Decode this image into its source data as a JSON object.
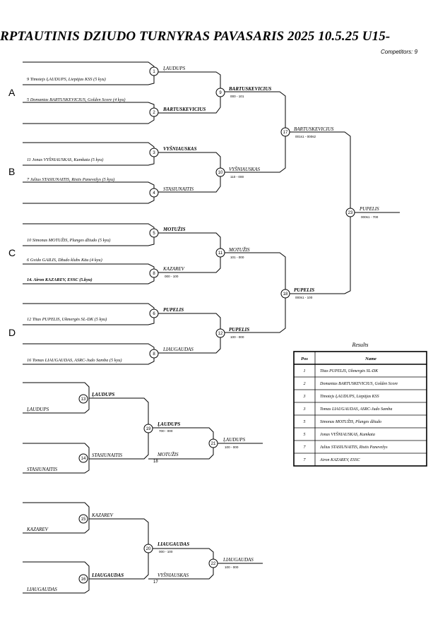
{
  "header": {
    "title": "RPTAUTINIS DZIUDO TURNYRAS PAVASARIS 2025  10.5.25     U15-",
    "competitors": "Competitors: 9"
  },
  "pools": [
    "A",
    "B",
    "C",
    "D"
  ],
  "athletes": [
    "9  Timotejs ĻAUDUPS, Liepājas KSS (5 kyu)",
    "5  Domantas BARTUSKEVICIUS, Golden Score (4 kyu)",
    "11  Jonas VYŠNIAUSKAS, Kumkata (5 kyu)",
    "7  Julius STASIUNAITIS, Ristis Panevežys (5 kyu)",
    "10  Simonas MOTUŽIS, Plunges džiudo (5 kyu)",
    "6  Gvido GAILIS, Džudo klubs Kāu (4 kyu)",
    "14. Airon KAZAREV, ESSC (5.kyu)",
    "12  Titas PUPELIS, Ukmergės SL-DK (5 kyu)",
    "16  Tomas LIAUGAUDAS, ASRC-Judo Samba (5 kyu)"
  ],
  "matches": [
    {
      "num": "1",
      "winner": "ĻAUDUPS",
      "score": ""
    },
    {
      "num": "2",
      "winner": "BARTUSKEVICIUS",
      "score": ""
    },
    {
      "num": "3",
      "winner": "VYŠNIAUSKAS",
      "score": ""
    },
    {
      "num": "4",
      "winner": "STASIUNAITIS",
      "score": ""
    },
    {
      "num": "5",
      "winner": "MOTUŽIS",
      "score": ""
    },
    {
      "num": "8",
      "winner": "KAZAREV",
      "score": "000 - 100"
    },
    {
      "num": "6",
      "winner": "PUPELIS",
      "score": ""
    },
    {
      "num": "8",
      "winner": "LIAUGAUDAS",
      "score": ""
    },
    {
      "num": "9",
      "winner": "BARTUSKEVICIUS",
      "score": "000 - 101"
    },
    {
      "num": "10",
      "winner": "VYŠNIAUSKAS",
      "score": "110 - 000"
    },
    {
      "num": "11",
      "winner": "MOTUŽIS",
      "score": "101 - 000"
    },
    {
      "num": "12",
      "winner": "PUPELIS",
      "score": "100 - 000"
    },
    {
      "num": "17",
      "winner": "BARTUSKEVICIUS",
      "score": "001s1 - 000s2"
    },
    {
      "num": "18",
      "winner": "PUPELIS",
      "score": "000s1 - 100"
    },
    {
      "num": "23",
      "winner": "PUPELIS",
      "score": "000s1 - 700"
    },
    {
      "num": "13",
      "winner": "ĻAUDUPS",
      "score": ""
    },
    {
      "num": "14",
      "winner": "STASIUNAITIS",
      "score": ""
    },
    {
      "num": "19",
      "winner": "ĻAUDUPS",
      "score": "700 - 000"
    },
    {
      "num": "21",
      "winner": "ĻAUDUPS",
      "score": "100 - 000"
    },
    {
      "num": "15",
      "winner": "KAZAREV",
      "score": ""
    },
    {
      "num": "16",
      "winner": "LIAUGAUDAS",
      "score": ""
    },
    {
      "num": "20",
      "winner": "LIAUGAUDAS",
      "score": "000 - 100"
    },
    {
      "num": "22",
      "winner": "LIAUGAUDAS",
      "score": "100 - 000"
    }
  ],
  "repechage": {
    "r13_top": "ĻAUDUPS",
    "r14_bottom": "STASIUNAITIS",
    "r19_lower": "MOTUŽIS",
    "r19_ref": "18",
    "r15_bottom": "KAZAREV",
    "r16_bottom": "LIAUGAUDAS",
    "r20_lower": "VYŠNIAUSKAS",
    "r20_ref": "17"
  },
  "results": {
    "title": "Results",
    "headers": [
      "Pos",
      "Name"
    ],
    "rows": [
      {
        "pos": "1",
        "name": "Titas PUPELIS, Ukmergės SL-DK"
      },
      {
        "pos": "2",
        "name": "Domantas BARTUSKEVICIUS, Golden Score"
      },
      {
        "pos": "3",
        "name": "Timotejs ĻAUDUPS, Liepājas KSS"
      },
      {
        "pos": "3",
        "name": "Tomas LIAUGAUDAS, ASRC-Judo Samba"
      },
      {
        "pos": "5",
        "name": "Simonas MOTUŽIS, Plunges džiudo"
      },
      {
        "pos": "5",
        "name": "Jonas VYŠNIAUSKAS, Kumkata"
      },
      {
        "pos": "7",
        "name": "Julius STASIUNAITIS, Ristis Panevežys"
      },
      {
        "pos": "7",
        "name": "Airon KAZAREV, ESSC"
      }
    ]
  }
}
